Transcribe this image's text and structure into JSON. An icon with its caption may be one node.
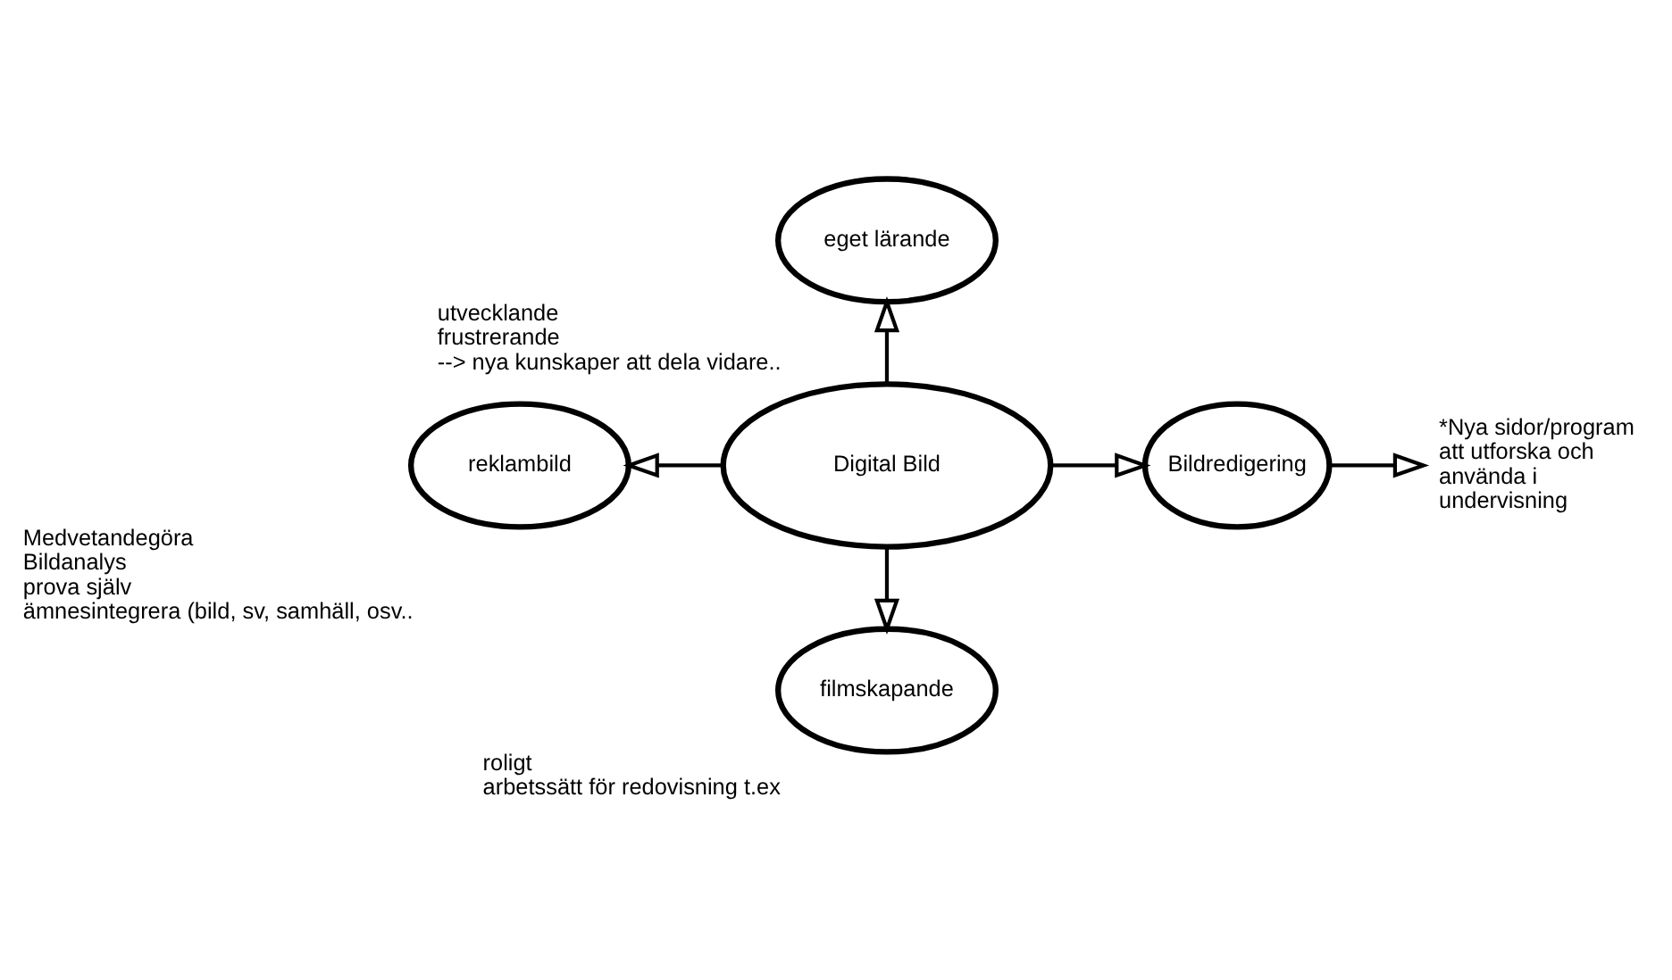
{
  "diagram": {
    "nodes": [
      {
        "text": [
          "Digital Bild"
        ]
      },
      {
        "text": [
          "eget lärande"
        ],
        "beside": [
          "utvecklande",
          "frustrerande",
          "--> nya kunskaper att dela vidare.."
        ]
      },
      {
        "text": [
          "reklambild"
        ],
        "beside": [
          "Medvetandegöra",
          "Bildanalys",
          "prova själv",
          "ämnesintegrera (bild, sv, samhäll, osv.."
        ]
      },
      {
        "text": [
          "Bildredigering"
        ]
      },
      {
        "text": [
          "filmskapande"
        ],
        "beside": [
          "roligt",
          "arbetssätt för redovisning t.ex"
        ]
      },
      {
        "text": [
          "*Nya sidor/program att utforska och använda i undervisning"
        ]
      }
    ],
    "edges": [
      {
        "from": 0,
        "to": 1,
        "arrow": "to"
      },
      {
        "from": 0,
        "to": 2,
        "arrow": "to"
      },
      {
        "from": 0,
        "to": 3,
        "arrow": "to"
      },
      {
        "from": 3,
        "to": 5,
        "arrow": "to"
      },
      {
        "from": 0,
        "to": 4,
        "arrow": "to"
      }
    ]
  }
}
